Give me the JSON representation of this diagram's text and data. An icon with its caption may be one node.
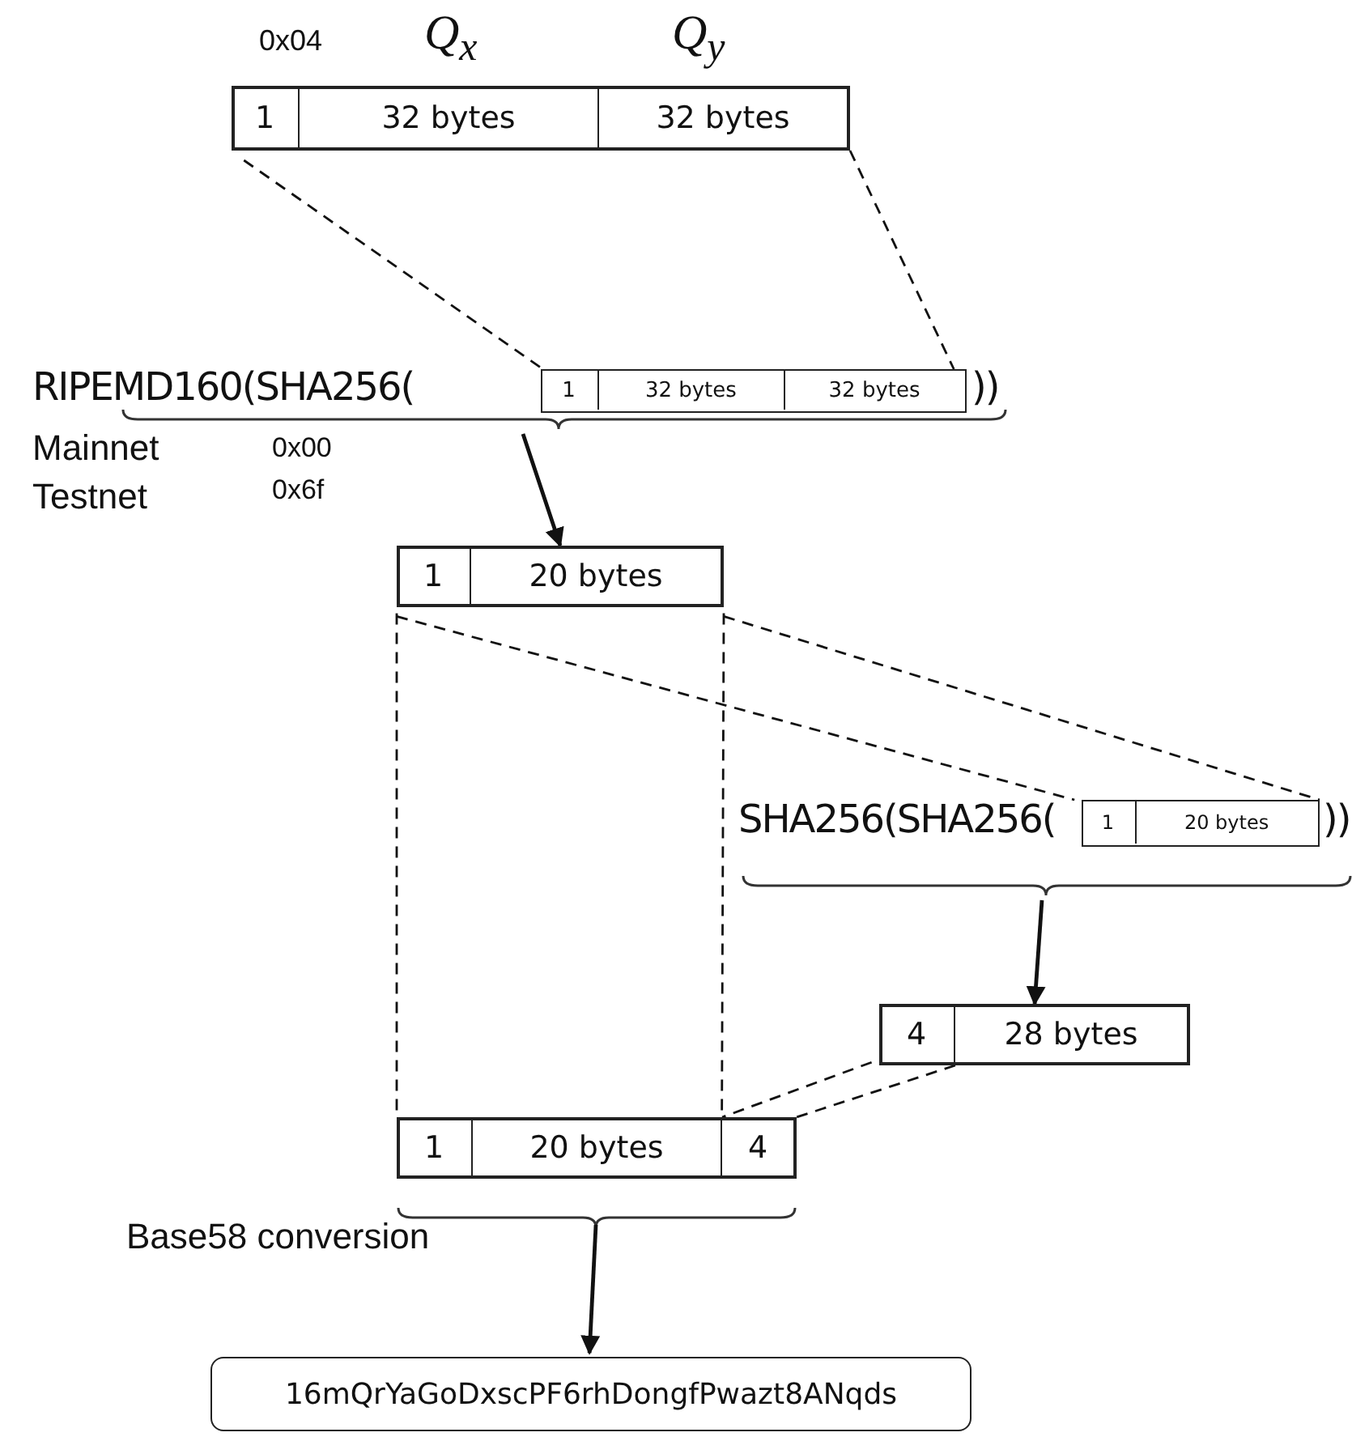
{
  "diagram": {
    "nodes": [
      {
        "text": [],
        "shape": "box"
      },
      {
        "text": [
          "1"
        ],
        "in": 0,
        "beside": [
          "0x04"
        ]
      },
      {
        "text": [
          "32 bytes"
        ],
        "in": 0,
        "beside": [
          "Q$_{x}$"
        ]
      },
      {
        "text": [
          "32 bytes"
        ],
        "in": 0,
        "beside": [
          "Q$_{y}$"
        ]
      },
      {
        "text": [
          "RIPEMD160(SHA256(",
          "))"
        ]
      },
      {
        "text": [],
        "shape": "box",
        "in": 4
      },
      {
        "text": [
          "1"
        ],
        "in": 5
      },
      {
        "text": [
          "32 bytes"
        ],
        "in": 5
      },
      {
        "text": [
          "32 bytes"
        ],
        "in": 5
      },
      {
        "text": [],
        "shape": "box"
      },
      {
        "text": [
          "1"
        ],
        "in": 9
      },
      {
        "text": [
          "20 bytes"
        ],
        "in": 9
      },
      {
        "text": [
          "SHA256(SHA256(",
          "))"
        ]
      },
      {
        "text": [],
        "shape": "box",
        "in": 12
      },
      {
        "text": [
          "1"
        ],
        "in": 13
      },
      {
        "text": [
          "20 bytes"
        ],
        "in": 13
      },
      {
        "text": [],
        "shape": "box"
      },
      {
        "text": [
          "4"
        ],
        "in": 16
      },
      {
        "text": [
          "28 bytes"
        ],
        "in": 16
      },
      {
        "text": [],
        "shape": "box"
      },
      {
        "text": [
          "1"
        ],
        "in": 19
      },
      {
        "text": [
          "20 bytes"
        ],
        "in": 19
      },
      {
        "text": [
          "4"
        ],
        "in": 19
      },
      {
        "text": [
          "16mQrYaGoDxscPF6rhDongfPwazt8ANqds"
        ]
      }
    ],
    "edges": [
      {
        "from": 0,
        "to": 5,
        "arrow": "none",
        "style": "dashed"
      },
      {
        "from": 0,
        "to": 5,
        "arrow": "none",
        "style": "dashed"
      },
      {
        "from": 4,
        "to": 9,
        "arrow": "to"
      },
      {
        "from": 9,
        "to": 13,
        "arrow": "none",
        "style": "dashed"
      },
      {
        "from": 9,
        "to": 13,
        "arrow": "none",
        "style": "dashed"
      },
      {
        "from": 9,
        "to": 19,
        "arrow": "none",
        "style": "dashed"
      },
      {
        "from": 9,
        "to": 19,
        "arrow": "none",
        "style": "dashed"
      },
      {
        "from": 12,
        "to": 16,
        "arrow": "to"
      },
      {
        "from": 17,
        "to": 22,
        "arrow": "none",
        "style": "dashed"
      },
      {
        "from": 17,
        "to": 22,
        "arrow": "none",
        "style": "dashed"
      },
      {
        "from": 19,
        "to": 23,
        "arrow": "to"
      }
    ],
    "labels": [
      "Mainnet",
      "0x00",
      "Testnet",
      "0x6f",
      "Base58 conversion"
    ]
  }
}
